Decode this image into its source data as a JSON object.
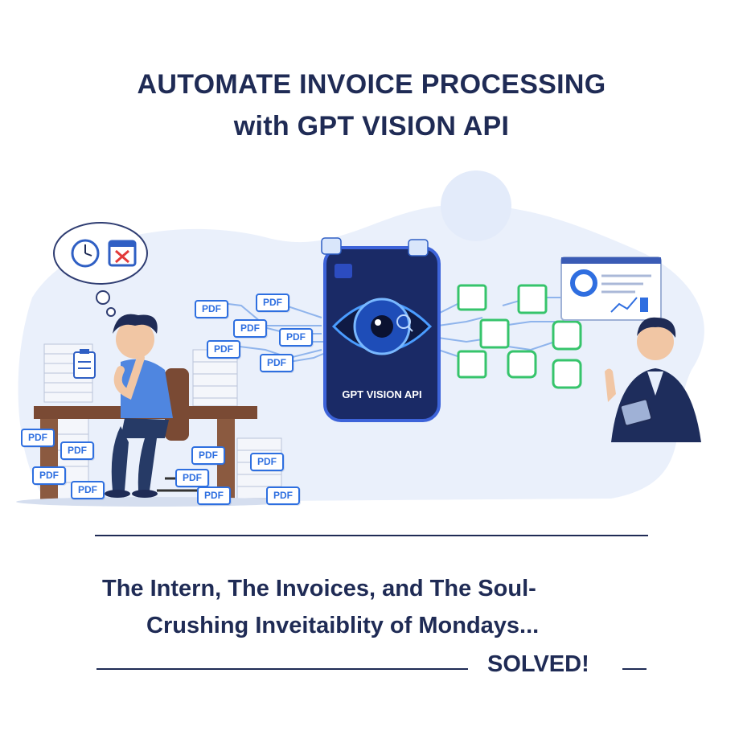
{
  "header": {
    "title_line1": "AUTOMATE INVOICE PROCESSING",
    "title_line2": "with GPT VISION API"
  },
  "center_device": {
    "label": "GPT VISION API"
  },
  "pdf_tags": [
    "PDF",
    "PDF",
    "PDF",
    "PDF",
    "PDF",
    "PDF",
    "PDF",
    "PDF",
    "PDF",
    "PDF",
    "PDF",
    "PDF",
    "PDF",
    "PDF",
    "PDF"
  ],
  "tagline": {
    "line1": "The Intern, The Invoices,  and The Soul-",
    "line2": "Crushing Inveitaiblity of Mondays...",
    "solved": "SOLVED!"
  },
  "colors": {
    "navy": "#1f2b55",
    "pdf_blue": "#2e6fe0",
    "output_green": "#36c46b",
    "device_dark": "#1a2a66",
    "glow_blue": "#4a9cff"
  },
  "icons": [
    "clock-icon",
    "calendar-icon",
    "clipboard-icon",
    "eye-icon",
    "magnifier-icon",
    "document-icon",
    "dashboard-icon",
    "database-icon",
    "tablet-icon"
  ]
}
